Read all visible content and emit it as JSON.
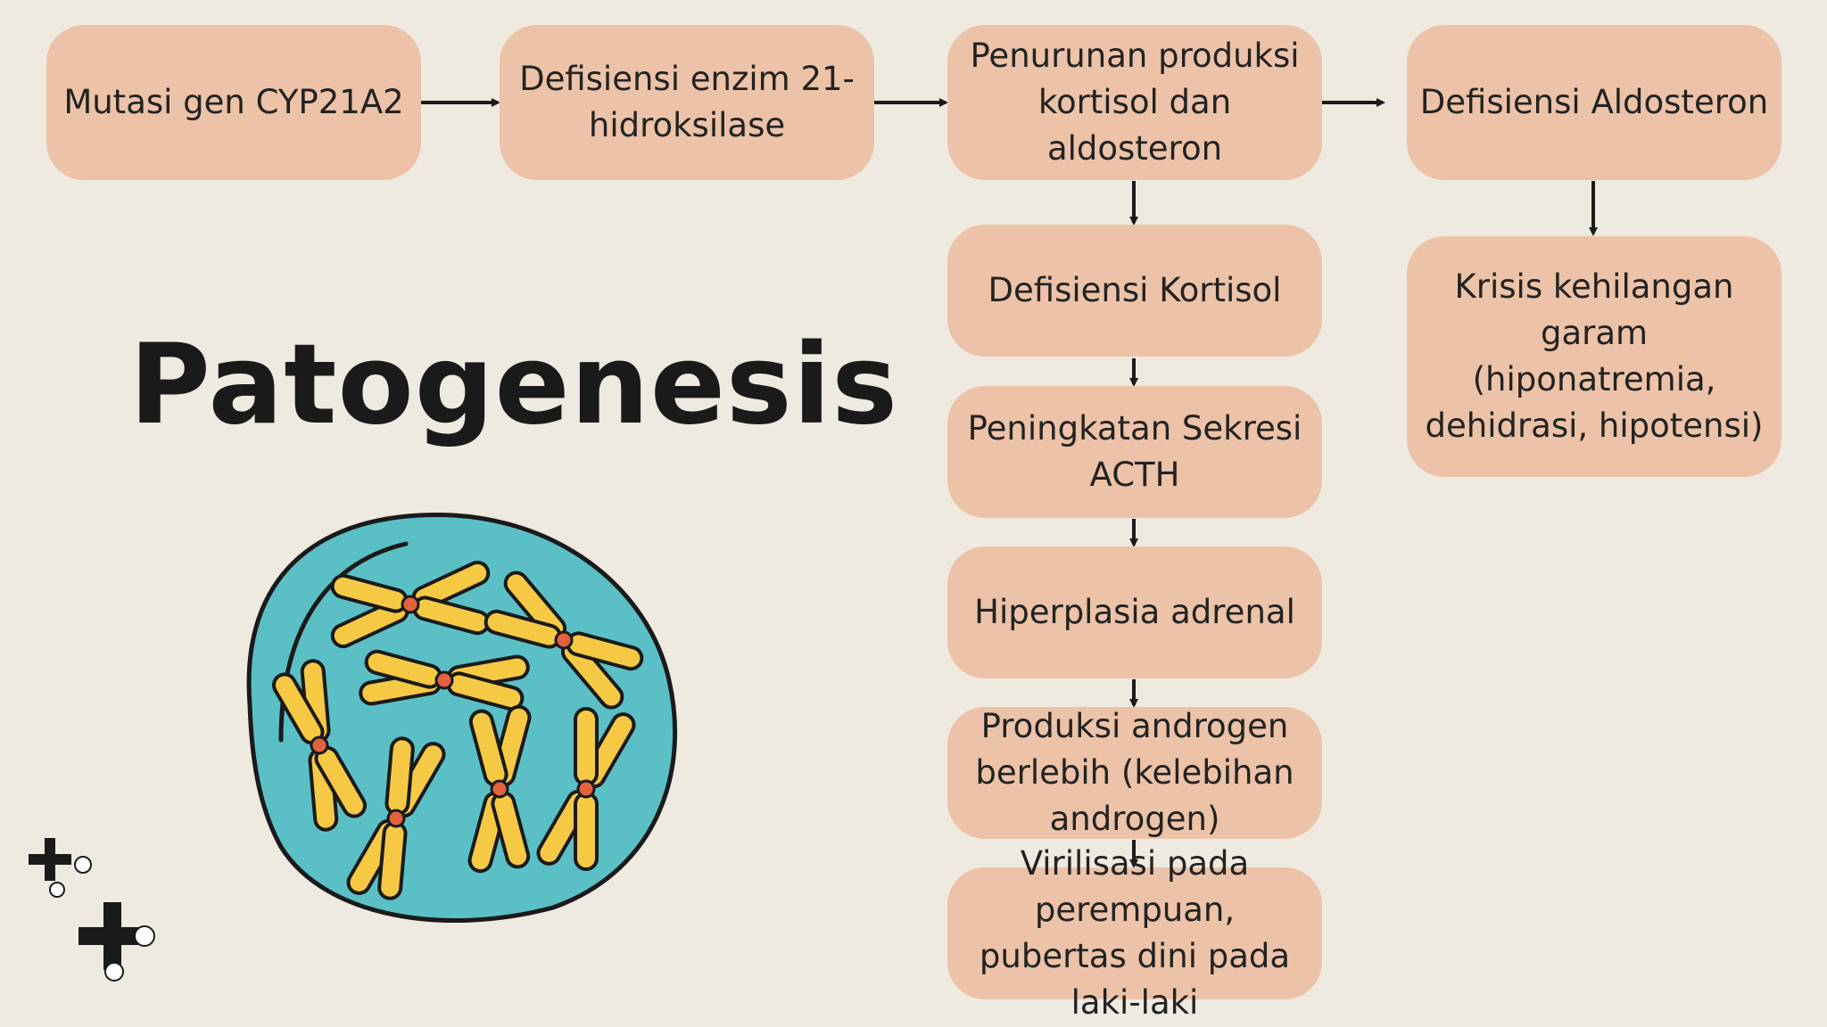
{
  "title": "Patogenesis",
  "nodes": {
    "mutasi": "Mutasi gen CYP21A2",
    "defisiensi_enzim": "Defisiensi enzim 21-hidroksilase",
    "penurunan": "Penurunan produksi kortisol dan aldosteron",
    "defisiensi_aldosteron": "Defisiensi Aldosteron",
    "defisiensi_kortisol": "Defisiensi Kortisol",
    "krisis": "Krisis kehilangan garam (hiponatremia, dehidrasi, hipotensi)",
    "acth": "Peningkatan Sekresi ACTH",
    "hiperplasia": "Hiperplasia adrenal",
    "androgen": "Produksi androgen berlebih (kelebihan androgen)",
    "virilisasi": "Virilisasi pada perempuan, pubertas dini pada laki-laki"
  },
  "colors": {
    "background": "#efeae0",
    "box": "#ecc3a8",
    "cell": "#5bc0c6",
    "chromosome": "#f6c945",
    "centromere": "#e2623e"
  },
  "icons": [
    "chromosome-cell-illustration",
    "sparkle-plus-icon"
  ]
}
